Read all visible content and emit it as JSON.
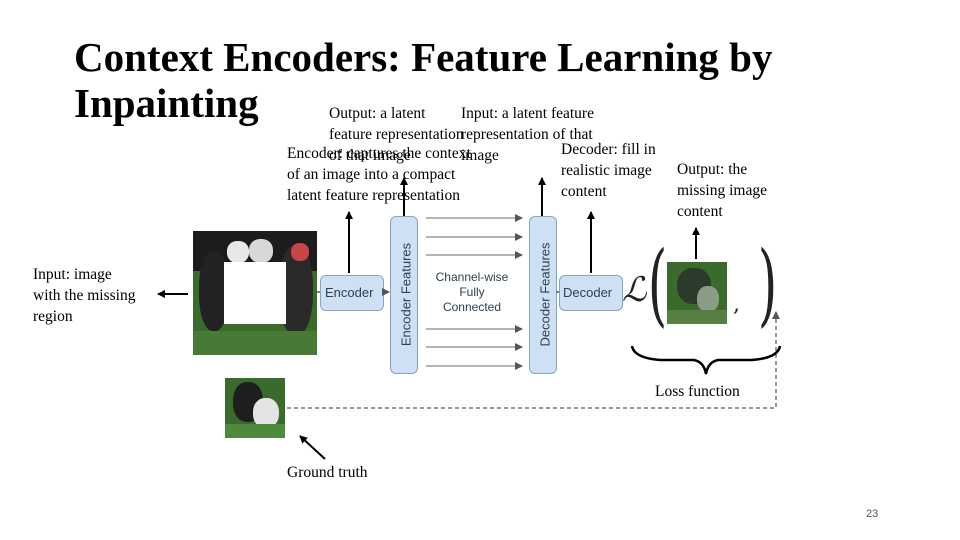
{
  "slide": {
    "title_line1": "Context Encoders: Feature Learning by",
    "title_line2": "Inpainting",
    "page_number": "23"
  },
  "annotations": {
    "output_latent_l1": "Output: a latent",
    "output_latent_l2": "feature representation",
    "output_latent_l3": "of that image",
    "input_latent_l1": "Input: a latent feature",
    "input_latent_l2": "representation of that",
    "input_latent_l3": "image",
    "encoder_desc_l1": "Encoder: captures the context",
    "encoder_desc_l2": "of an image into a compact",
    "encoder_desc_l3": "latent feature representation",
    "decoder_desc_l1": "Decoder: fill in",
    "decoder_desc_l2": "realistic image",
    "decoder_desc_l3": "content",
    "output_missing_l1": "Output: the",
    "output_missing_l2": "missing image",
    "output_missing_l3": "content",
    "input_image_l1": "Input: image",
    "input_image_l2": "with the missing",
    "input_image_l3": "region",
    "loss_function": "Loss function",
    "ground_truth": "Ground truth"
  },
  "diagram": {
    "encoder_label": "Encoder",
    "encoder_features_label": "Encoder Features",
    "fc_label_l1": "Channel-wise",
    "fc_label_l2": "Fully",
    "fc_label_l3": "Connected",
    "decoder_features_label": "Decoder Features",
    "decoder_label": "Decoder",
    "loss_symbol": "ℒ"
  },
  "colors": {
    "block_fill": "#cfe0f3",
    "block_border": "#7ea6cf",
    "field_green": "#3a6a2c"
  }
}
